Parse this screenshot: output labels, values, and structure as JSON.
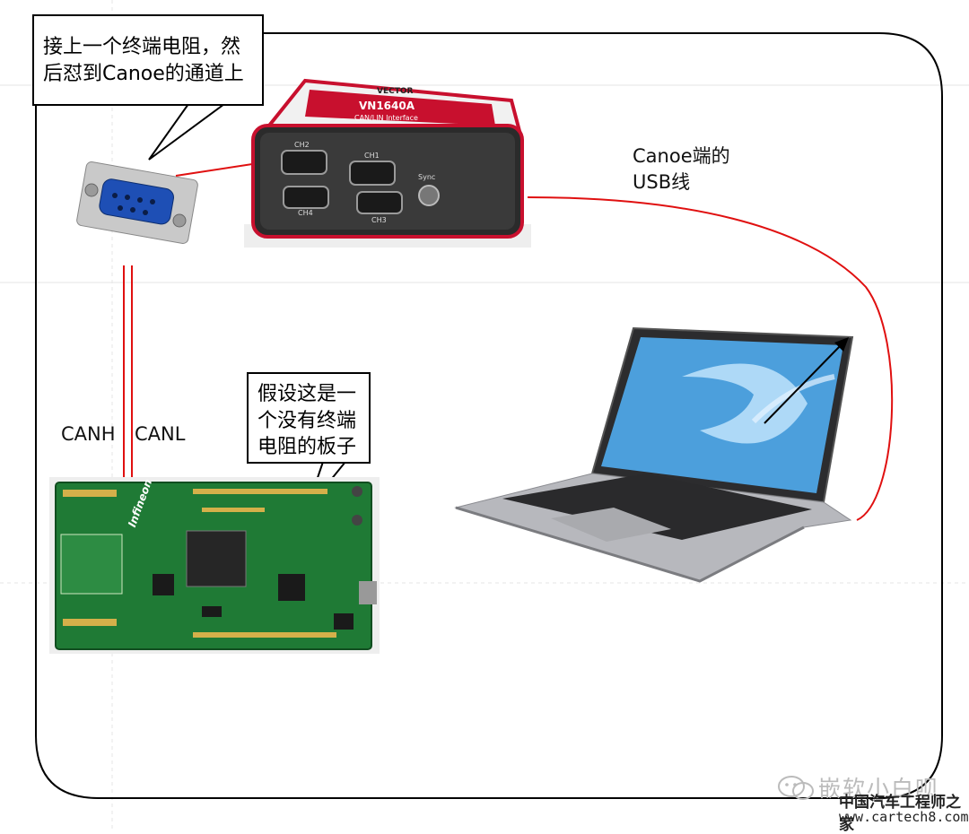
{
  "callouts": {
    "terminator": "接上一个终端电阻，然后怼到Canoe的通道上",
    "board": "假设这是一个没有终端电阻的板子"
  },
  "labels": {
    "usb_cable": "Canoe端的USB线",
    "canh": "CANH",
    "canl": "CANL"
  },
  "interface": {
    "brand": "VECTOR",
    "model": "VN1640A",
    "subtitle": "CAN/LIN Interface",
    "ports": [
      "CH2",
      "CH1",
      "CH4",
      "CH3"
    ],
    "sync": "Sync"
  },
  "board": {
    "brand": "Infineon"
  },
  "watermark": {
    "account": "嵌软小白呗",
    "site_name": "中国汽车工程师之家",
    "url": "www.cartech8.com"
  },
  "colors": {
    "cable": "#e01010",
    "pcb": "#1f7a35",
    "interface_body": "#2b2b2b",
    "interface_accent": "#c8102e"
  }
}
